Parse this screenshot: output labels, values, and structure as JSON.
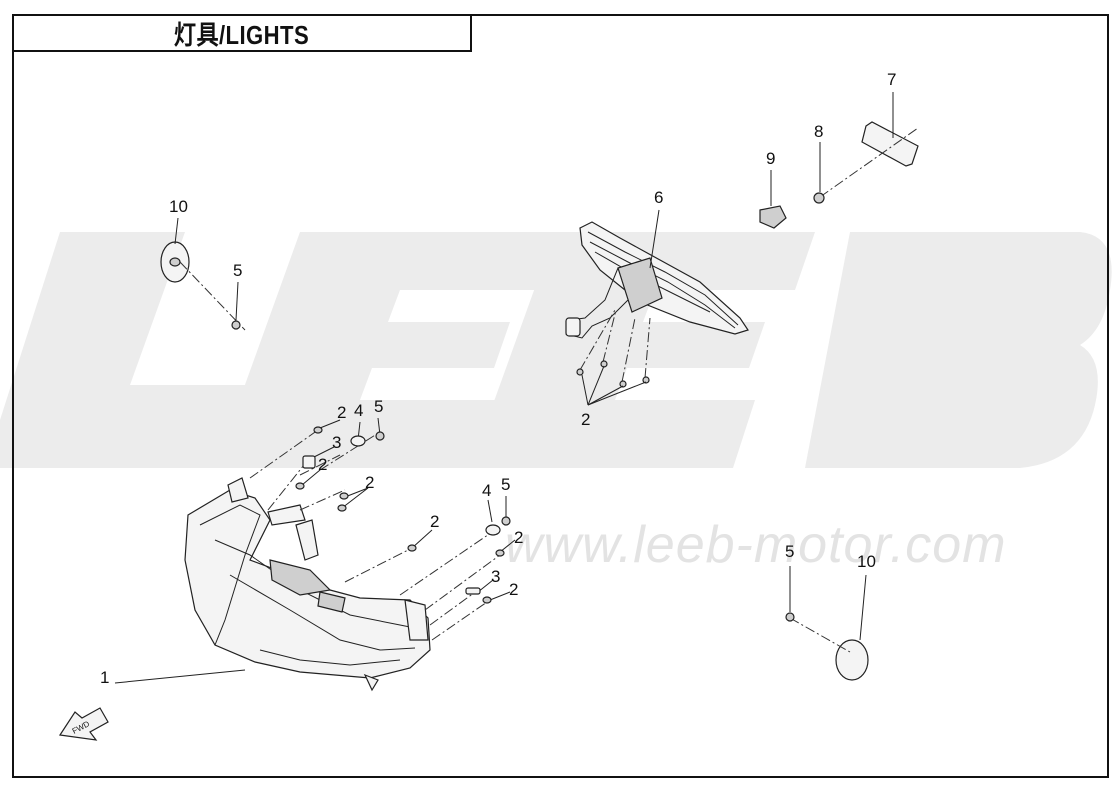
{
  "title": "灯具/LIGHTS",
  "watermark_text": "LEEB",
  "watermark_url": "www.leeb-motor.com",
  "fwd_label": "FWD",
  "callouts": {
    "c1": "1",
    "c2a": "2",
    "c2b": "2",
    "c2c": "2",
    "c2d": "2",
    "c2e": "2",
    "c2f": "2",
    "c2g": "2",
    "c3a": "3",
    "c3b": "3",
    "c4a": "4",
    "c4b": "4",
    "c5a": "5",
    "c5b": "5",
    "c5c": "5",
    "c5d": "5",
    "c6": "6",
    "c7": "7",
    "c8": "8",
    "c9": "9",
    "c10a": "10",
    "c10b": "10"
  }
}
